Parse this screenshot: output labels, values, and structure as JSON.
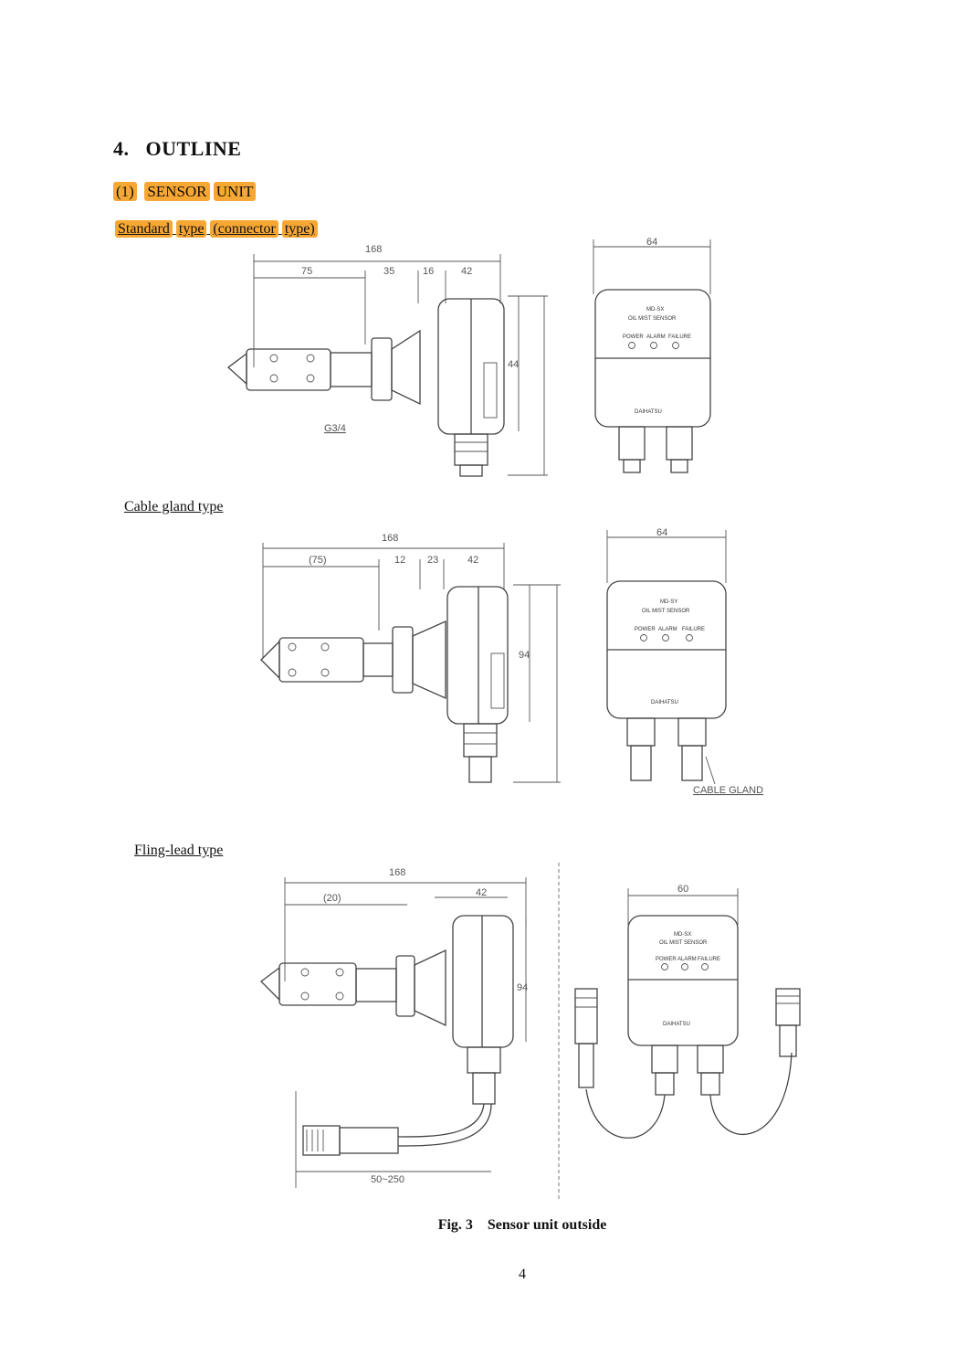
{
  "section": {
    "number": "4.",
    "title": "OUTLINE"
  },
  "subsection": {
    "number": "(1)",
    "word1": "SENSOR",
    "word2": "UNIT"
  },
  "variants": {
    "standard": {
      "word1": "Standard",
      "word2": "type",
      "word3": "(connector",
      "word4": "type)"
    },
    "cable_gland": {
      "label": "Cable gland type"
    },
    "flying_lead": {
      "label": "Fling-lead type"
    }
  },
  "drawings": {
    "standard": {
      "dim_total": "168",
      "dim_a": "75",
      "dim_b": "35",
      "dim_c": "16",
      "dim_d": "42",
      "thread": "G3/4",
      "side": "44",
      "dim_front": "64",
      "panel_model": "MD-SX",
      "panel_title": "OIL MIST SENSOR",
      "led_power": "POWER",
      "led_alarm": "ALARM",
      "led_failure": "FAILURE",
      "brand": "DAIHATSU"
    },
    "cable_gland": {
      "dim_total": "168",
      "dim_a": "(75)",
      "dim_b": "12",
      "dim_c": "23",
      "dim_d": "42",
      "side": "94",
      "dim_front": "64",
      "panel_model": "MD-SY",
      "panel_title": "OIL MIST SENSOR",
      "led_power": "POWER",
      "led_alarm": "ALARM",
      "led_failure": "FAILURE",
      "brand": "DAIHATSU",
      "callout": "CABLE GLAND"
    },
    "flying_lead": {
      "dim_total": "168",
      "dim_a": "(20)",
      "dim_d": "42",
      "side": "94",
      "length": "50~250",
      "dim_front": "60",
      "panel_model": "MD-SX",
      "panel_title": "OIL MIST SENSOR",
      "led_power": "POWER",
      "led_alarm": "ALARM",
      "led_failure": "FAILURE",
      "brand": "DAIHATSU"
    }
  },
  "figure": {
    "caption": "Fig. 3    Sensor unit outside"
  },
  "page_number": "4"
}
